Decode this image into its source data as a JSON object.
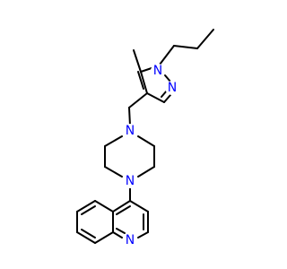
{
  "molecule": {
    "atoms": {
      "n_pyrazole_1": "N",
      "n_pyrazole_2": "N",
      "n_piperazine_top": "N",
      "n_piperazine_bottom": "N",
      "n_quinoline": "N"
    },
    "colors": {
      "bond": "#000000",
      "nitrogen": "#0000ff"
    }
  }
}
